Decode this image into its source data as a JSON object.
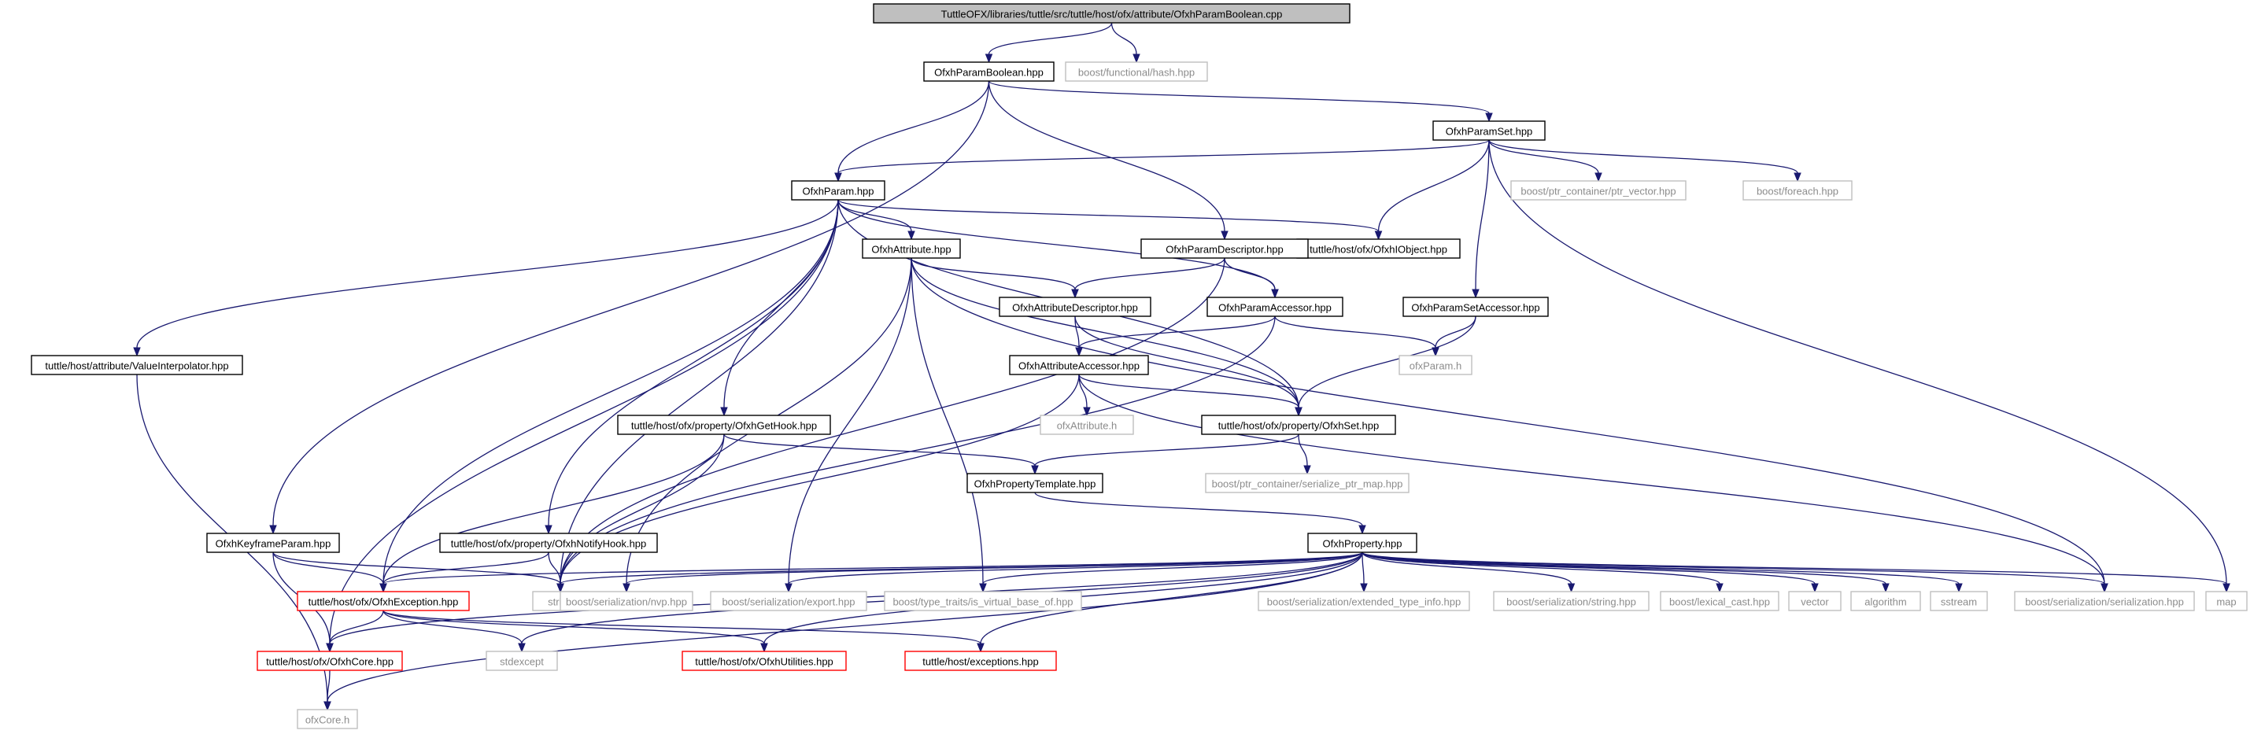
{
  "styles": {
    "root": {
      "fill": "#bfbfbf",
      "stroke": "#000000",
      "text": "#000000"
    },
    "local": {
      "fill": "#ffffff",
      "stroke": "#000000",
      "text": "#000000"
    },
    "missing": {
      "fill": "#ffffff",
      "stroke": "#bfbfbf",
      "text": "#8c8c8c"
    },
    "trunc": {
      "fill": "#ffffff",
      "stroke": "#ff0000",
      "text": "#000000"
    },
    "edge": "#191970"
  },
  "nodes": [
    {
      "id": "root",
      "label": "TuttleOFX/libraries/tuttle/src/tuttle/host/ofx/attribute/OfxhParamBoolean.cpp",
      "style": "root"
    },
    {
      "id": "pb",
      "label": "OfxhParamBoolean.hpp",
      "style": "local"
    },
    {
      "id": "hash",
      "label": "boost/functional/hash.hpp",
      "style": "missing"
    },
    {
      "id": "pset",
      "label": "OfxhParamSet.hpp",
      "style": "local"
    },
    {
      "id": "param",
      "label": "OfxhParam.hpp",
      "style": "local"
    },
    {
      "id": "ptrvec",
      "label": "boost/ptr_container/ptr_vector.hpp",
      "style": "missing"
    },
    {
      "id": "foreach",
      "label": "boost/foreach.hpp",
      "style": "missing"
    },
    {
      "id": "attr",
      "label": "OfxhAttribute.hpp",
      "style": "local"
    },
    {
      "id": "iobj",
      "label": "tuttle/host/ofx/OfxhIObject.hpp",
      "style": "local"
    },
    {
      "id": "pdesc",
      "label": "OfxhParamDescriptor.hpp",
      "style": "local"
    },
    {
      "id": "adesc",
      "label": "OfxhAttributeDescriptor.hpp",
      "style": "local"
    },
    {
      "id": "pacc",
      "label": "OfxhParamAccessor.hpp",
      "style": "local"
    },
    {
      "id": "psacc",
      "label": "OfxhParamSetAccessor.hpp",
      "style": "local"
    },
    {
      "id": "vinterp",
      "label": "tuttle/host/attribute/ValueInterpolator.hpp",
      "style": "local"
    },
    {
      "id": "aacc",
      "label": "OfxhAttributeAccessor.hpp",
      "style": "local"
    },
    {
      "id": "ofxparam",
      "label": "ofxParam.h",
      "style": "missing"
    },
    {
      "id": "gethook",
      "label": "tuttle/host/ofx/property/OfxhGetHook.hpp",
      "style": "local"
    },
    {
      "id": "ofxattr",
      "label": "ofxAttribute.h",
      "style": "missing"
    },
    {
      "id": "oset",
      "label": "tuttle/host/ofx/property/OfxhSet.hpp",
      "style": "local"
    },
    {
      "id": "ptrmap",
      "label": "boost/ptr_container/serialize_ptr_map.hpp",
      "style": "missing"
    },
    {
      "id": "ptempl",
      "label": "OfxhPropertyTemplate.hpp",
      "style": "local"
    },
    {
      "id": "kfp",
      "label": "OfxhKeyframeParam.hpp",
      "style": "local"
    },
    {
      "id": "notify",
      "label": "tuttle/host/ofx/property/OfxhNotifyHook.hpp",
      "style": "local"
    },
    {
      "id": "prop",
      "label": "OfxhProperty.hpp",
      "style": "local"
    },
    {
      "id": "exc",
      "label": "tuttle/host/ofx/OfxhException.hpp",
      "style": "trunc"
    },
    {
      "id": "string",
      "label": "string",
      "style": "missing"
    },
    {
      "id": "nvp",
      "label": "boost/serialization/nvp.hpp",
      "style": "missing"
    },
    {
      "id": "export",
      "label": "boost/serialization/export.hpp",
      "style": "missing"
    },
    {
      "id": "virt",
      "label": "boost/type_traits/is_virtual_base_of.hpp",
      "style": "missing"
    },
    {
      "id": "ext",
      "label": "boost/serialization/extended_type_info.hpp",
      "style": "missing"
    },
    {
      "id": "sstring",
      "label": "boost/serialization/string.hpp",
      "style": "missing"
    },
    {
      "id": "lexcast",
      "label": "boost/lexical_cast.hpp",
      "style": "missing"
    },
    {
      "id": "vector",
      "label": "vector",
      "style": "missing"
    },
    {
      "id": "algorithm",
      "label": "algorithm",
      "style": "missing"
    },
    {
      "id": "sstream",
      "label": "sstream",
      "style": "missing"
    },
    {
      "id": "serial",
      "label": "boost/serialization/serialization.hpp",
      "style": "missing"
    },
    {
      "id": "map",
      "label": "map",
      "style": "missing"
    },
    {
      "id": "core",
      "label": "tuttle/host/ofx/OfxhCore.hpp",
      "style": "trunc"
    },
    {
      "id": "stdexcept",
      "label": "stdexcept",
      "style": "missing"
    },
    {
      "id": "utils",
      "label": "tuttle/host/ofx/OfxhUtilities.hpp",
      "style": "trunc"
    },
    {
      "id": "hexc",
      "label": "tuttle/host/exceptions.hpp",
      "style": "trunc"
    },
    {
      "id": "ofxcore",
      "label": "ofxCore.h",
      "style": "missing"
    }
  ],
  "edges": [
    [
      "root",
      "pb"
    ],
    [
      "root",
      "hash"
    ],
    [
      "pb",
      "kfp"
    ],
    [
      "pb",
      "param"
    ],
    [
      "pb",
      "pdesc"
    ],
    [
      "pb",
      "pset"
    ],
    [
      "pset",
      "param"
    ],
    [
      "pset",
      "iobj"
    ],
    [
      "pset",
      "psacc"
    ],
    [
      "pset",
      "ptrvec"
    ],
    [
      "pset",
      "foreach"
    ],
    [
      "pset",
      "map"
    ],
    [
      "param",
      "vinterp"
    ],
    [
      "param",
      "core"
    ],
    [
      "param",
      "exc"
    ],
    [
      "param",
      "notify"
    ],
    [
      "param",
      "gethook"
    ],
    [
      "param",
      "string"
    ],
    [
      "param",
      "attr"
    ],
    [
      "param",
      "iobj"
    ],
    [
      "param",
      "pacc"
    ],
    [
      "param",
      "oset"
    ],
    [
      "attr",
      "adesc"
    ],
    [
      "attr",
      "oset"
    ],
    [
      "attr",
      "nvp"
    ],
    [
      "attr",
      "export"
    ],
    [
      "attr",
      "virt"
    ],
    [
      "attr",
      "serial"
    ],
    [
      "pdesc",
      "adesc"
    ],
    [
      "pdesc",
      "pacc"
    ],
    [
      "pdesc",
      "string"
    ],
    [
      "adesc",
      "aacc"
    ],
    [
      "adesc",
      "oset"
    ],
    [
      "pacc",
      "aacc"
    ],
    [
      "pacc",
      "ofxparam"
    ],
    [
      "pacc",
      "string"
    ],
    [
      "psacc",
      "ofxparam"
    ],
    [
      "psacc",
      "oset"
    ],
    [
      "vinterp",
      "ofxcore"
    ],
    [
      "aacc",
      "ofxattr"
    ],
    [
      "aacc",
      "oset"
    ],
    [
      "aacc",
      "string"
    ],
    [
      "aacc",
      "serial"
    ],
    [
      "gethook",
      "exc"
    ],
    [
      "gethook",
      "string"
    ],
    [
      "gethook",
      "ptempl"
    ],
    [
      "oset",
      "ptempl"
    ],
    [
      "oset",
      "ptrmap"
    ],
    [
      "ptempl",
      "prop"
    ],
    [
      "kfp",
      "exc"
    ],
    [
      "kfp",
      "string"
    ],
    [
      "kfp",
      "core"
    ],
    [
      "notify",
      "exc"
    ],
    [
      "notify",
      "string"
    ],
    [
      "prop",
      "exc"
    ],
    [
      "prop",
      "core"
    ],
    [
      "prop",
      "string"
    ],
    [
      "prop",
      "nvp"
    ],
    [
      "prop",
      "export"
    ],
    [
      "prop",
      "virt"
    ],
    [
      "prop",
      "ext"
    ],
    [
      "prop",
      "sstring"
    ],
    [
      "prop",
      "lexcast"
    ],
    [
      "prop",
      "vector"
    ],
    [
      "prop",
      "algorithm"
    ],
    [
      "prop",
      "sstream"
    ],
    [
      "prop",
      "serial"
    ],
    [
      "prop",
      "map"
    ],
    [
      "prop",
      "utils"
    ],
    [
      "prop",
      "hexc"
    ],
    [
      "prop",
      "stdexcept"
    ],
    [
      "prop",
      "ofxcore"
    ],
    [
      "exc",
      "core"
    ],
    [
      "exc",
      "stdexcept"
    ],
    [
      "exc",
      "utils"
    ],
    [
      "exc",
      "hexc"
    ],
    [
      "core",
      "ofxcore"
    ]
  ]
}
